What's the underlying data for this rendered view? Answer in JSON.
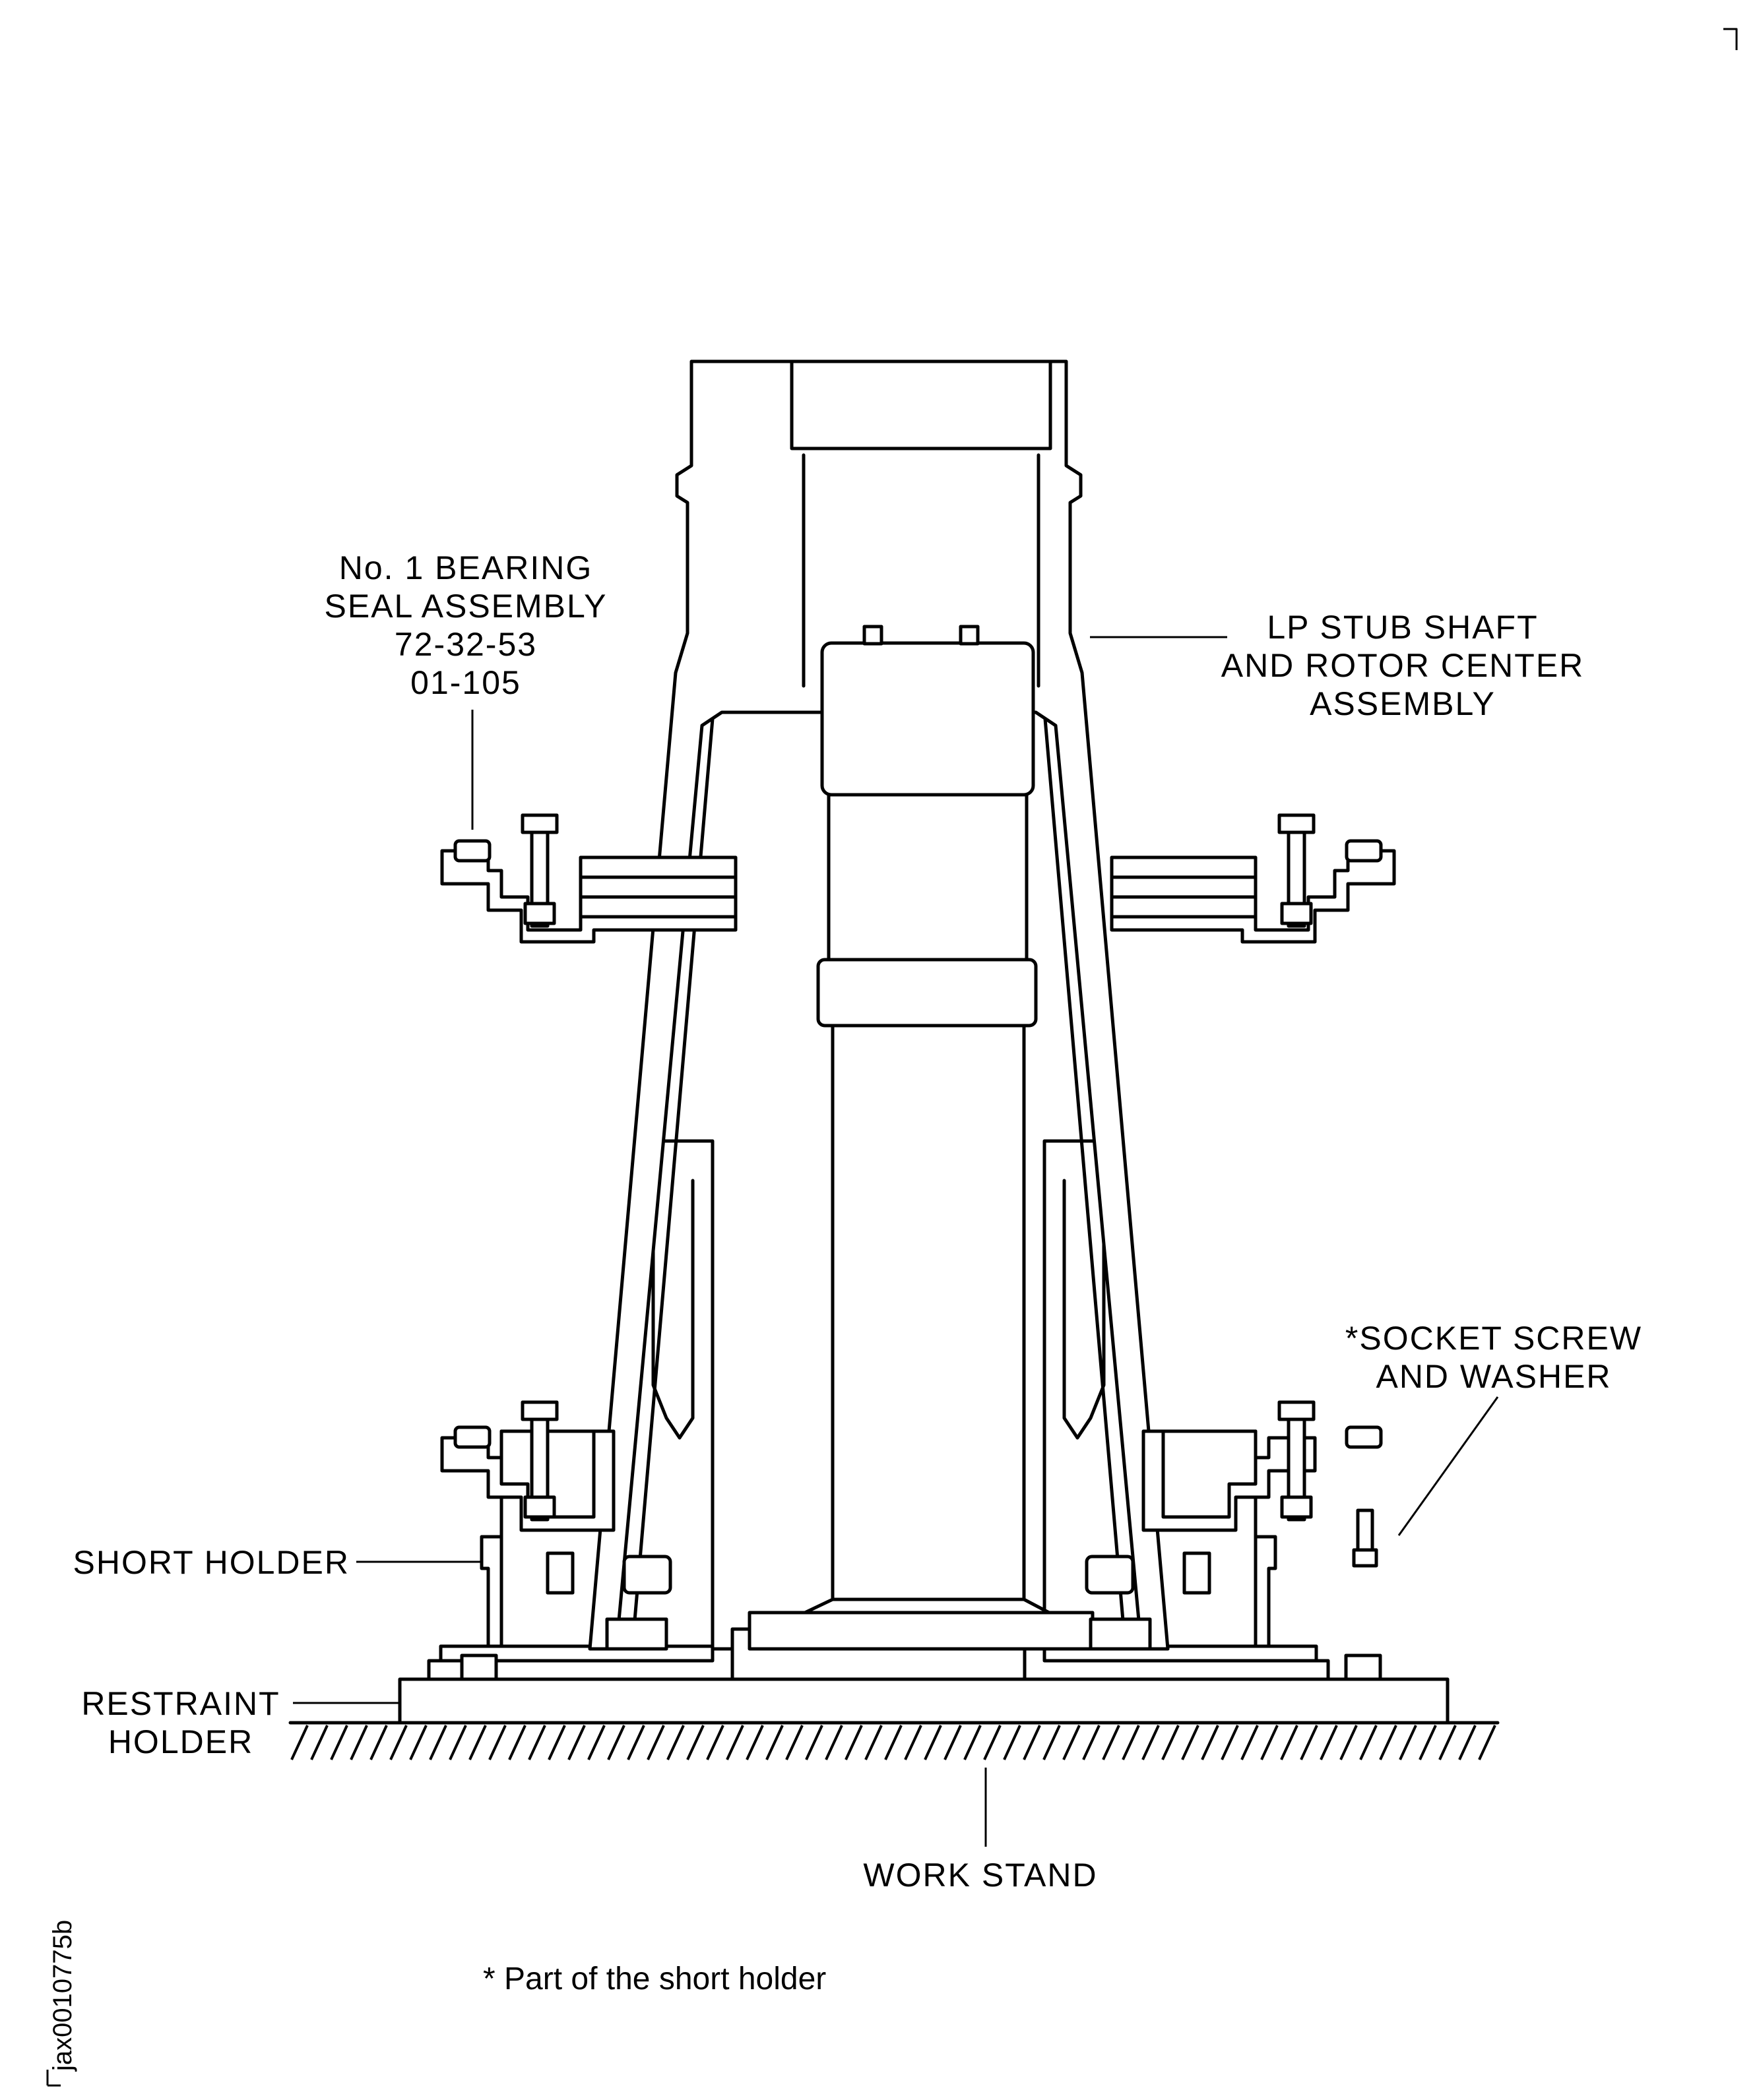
{
  "labels": {
    "bearing_seal": [
      "No. 1 BEARING",
      "SEAL ASSEMBLY",
      "72-32-53",
      "01-105"
    ],
    "stub_shaft": [
      "LP STUB SHAFT",
      "AND ROTOR CENTER",
      "ASSEMBLY"
    ],
    "socket_screw": [
      "*SOCKET SCREW",
      "AND WASHER"
    ],
    "short_holder": "SHORT HOLDER",
    "restraint_holder": [
      "RESTRAINT",
      "HOLDER"
    ],
    "work_stand": "WORK STAND"
  },
  "footnote": "* Part of the short holder",
  "figure_id": "jax0010775b"
}
